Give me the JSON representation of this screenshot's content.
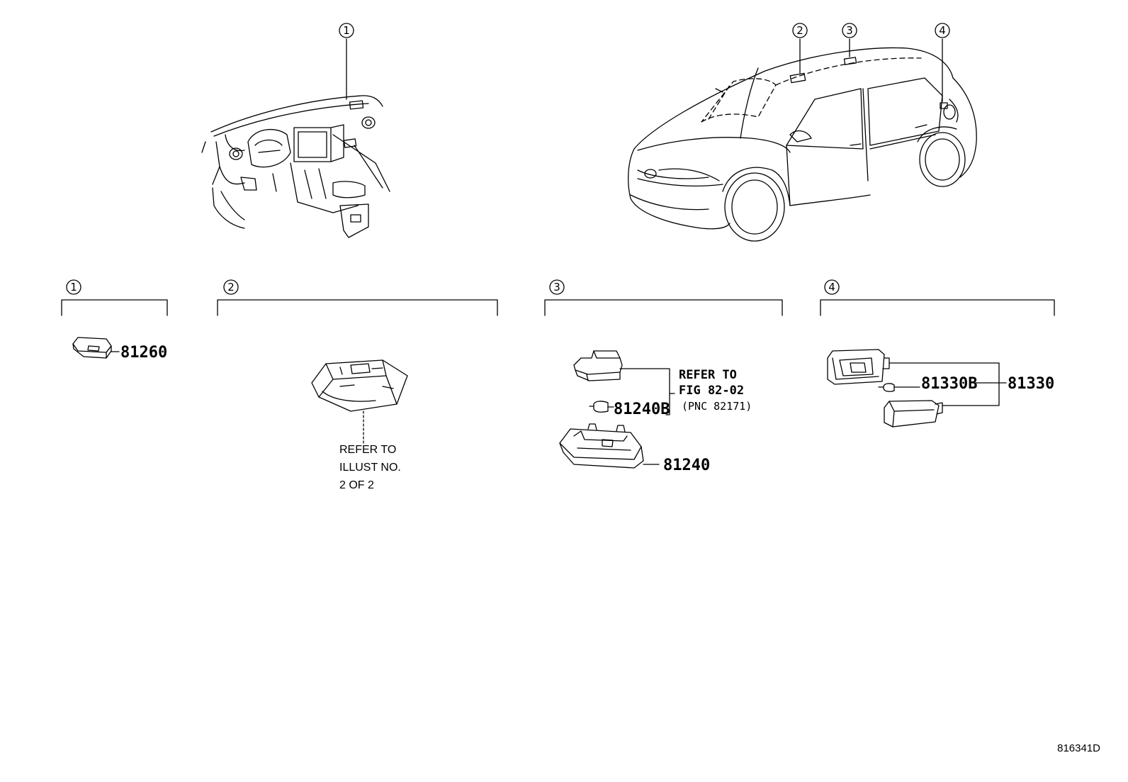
{
  "callouts": [
    "1",
    "2",
    "3",
    "4"
  ],
  "sections": [
    {
      "label": "1",
      "parts": [
        "81260"
      ]
    },
    {
      "label": "2",
      "note": [
        "REFER TO",
        "ILLUST NO.",
        "2 OF 2"
      ]
    },
    {
      "label": "3",
      "parts": [
        "81240B",
        "81240"
      ],
      "note": [
        "REFER TO",
        "FIG 82-02",
        "(PNC 82171)"
      ]
    },
    {
      "label": "4",
      "parts": [
        "81330B",
        "81330"
      ]
    }
  ],
  "figure_id": "816341D"
}
